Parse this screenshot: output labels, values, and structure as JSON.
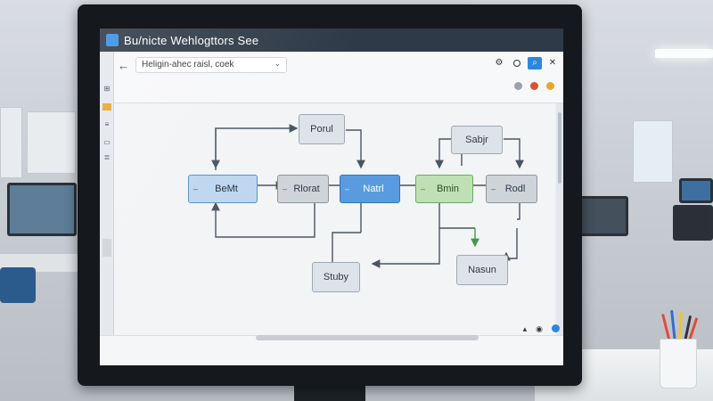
{
  "window": {
    "title": "Bu/nicte Wehlogttors See"
  },
  "toolbar": {
    "back_glyph": "←",
    "address_value": "Heligin-ahec raisl, coek",
    "chevron_glyph": "⌄"
  },
  "window_controls": {
    "settings_glyph": "⚙",
    "search_glyph": "⌕",
    "close_glyph": "✕"
  },
  "diagram": {
    "nodes": {
      "porul": "Porul",
      "bemil": "BeMt",
      "riorat": "Rlorat",
      "natrul": "Natrl",
      "bemnm": "Bmin",
      "rodd": "Rodl",
      "sabjir": "Sabjr",
      "stuby": "Stuby",
      "nasun": "Nasun"
    },
    "minus_glyph": "–"
  },
  "colors": {
    "accent": "#2f86df",
    "node_blue": "#5a9be0",
    "node_green": "#bfe0b5",
    "node_gray": "#cfd4d9",
    "arrow": "#4a5561",
    "arrow_green": "#3f9b4a"
  }
}
